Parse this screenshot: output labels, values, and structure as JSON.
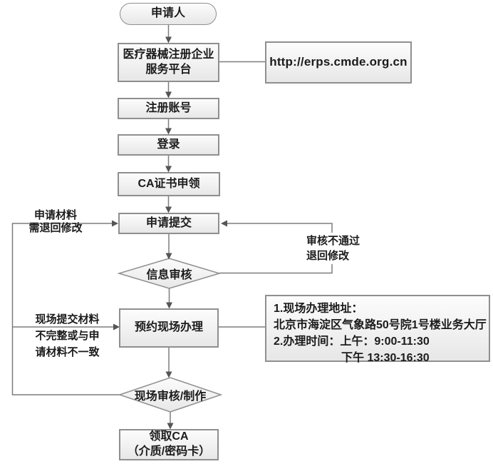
{
  "flow": {
    "applicant": "申请人",
    "platform": "医疗器械注册企业\n服务平台",
    "url": "http://erps.cmde.org.cn",
    "register": "注册账号",
    "login": "登录",
    "ca_apply": "CA证书申领",
    "submit": "申请提交",
    "info_review": "信息审核",
    "appointment": "预约现场办理",
    "onsite_review": "现场审核/制作",
    "receive_ca": "领取CA\n（介质/密码卡）",
    "info_box": {
      "line1": "1.现场办理地址：",
      "line2": "北京市海淀区气象路50号院1号楼业务大厅",
      "line3": "2.办理时间：上午：9:00-11:30",
      "line4": "下午 13:30-16:30"
    },
    "edge_labels": {
      "return_modify": "申请材料\n需退回修改",
      "onsite_incomplete": "现场提交材料\n不完整或与申\n请材料不一致",
      "review_fail": "审核不通过\n退回修改"
    }
  },
  "colors": {
    "node_border": "#8f8f8f",
    "node_fill_top": "#fcfcfc",
    "node_fill_bottom": "#e7e7e7",
    "line": "#7d7d7d",
    "arrowhead": "#555555",
    "text": "#1b1b1b",
    "background": "#ffffff"
  }
}
